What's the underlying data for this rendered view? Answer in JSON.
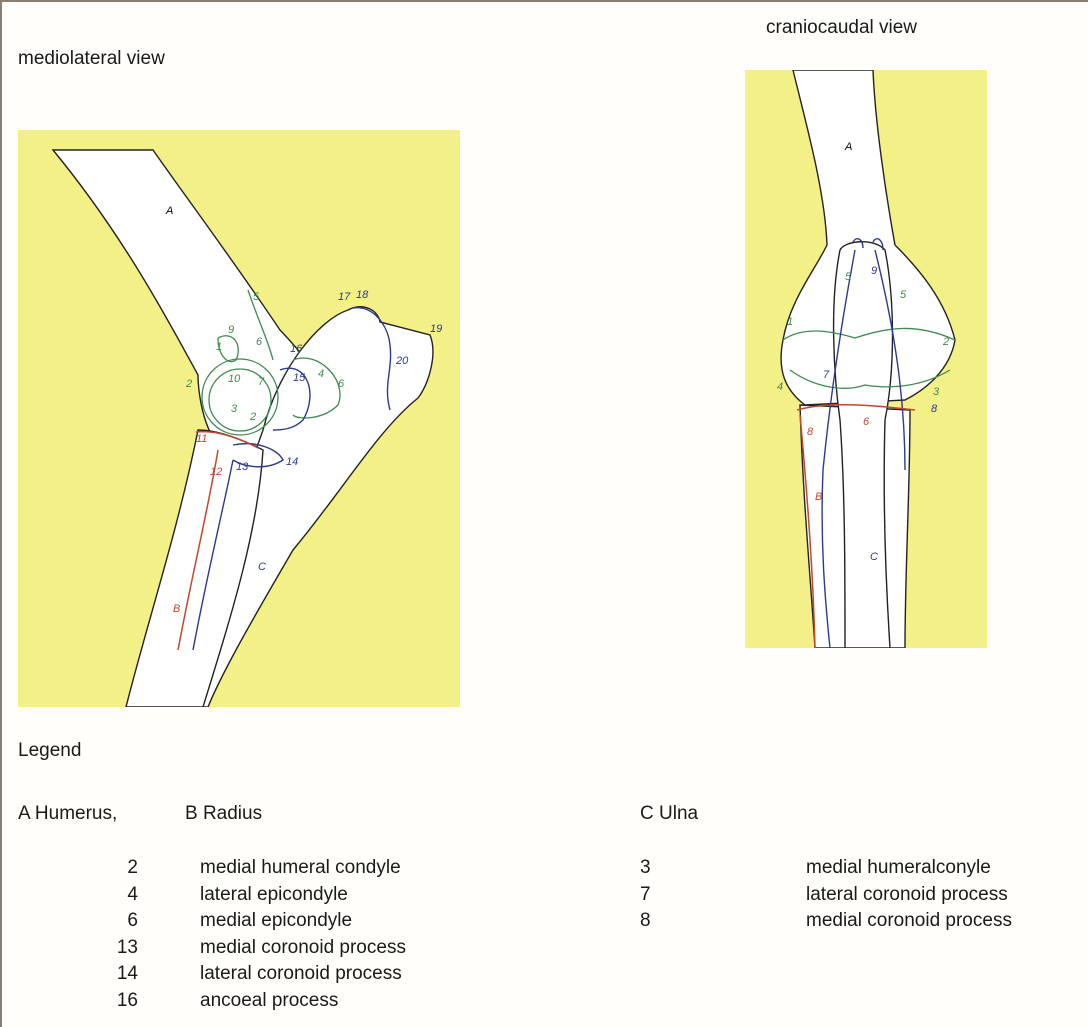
{
  "views": {
    "mediolateral": "mediolateral view",
    "craniocaudal": "craniocaudal view"
  },
  "diagram_labels": {
    "ml": {
      "A": "A",
      "B": "B",
      "C": "C",
      "n1": "1",
      "n2": "2",
      "n3": "3",
      "n2b": "2",
      "n5": "5",
      "n6": "6",
      "n7": "7",
      "n9": "9",
      "n10": "10",
      "n11": "11",
      "n12": "12",
      "n13": "13",
      "n14": "14",
      "n15": "15",
      "n16": "16",
      "n17": "17",
      "n18": "18",
      "n19": "19",
      "n20": "20",
      "n4": "4",
      "n6b": "6"
    },
    "cc": {
      "A": "A",
      "B": "B",
      "C": "C",
      "n1": "1",
      "n2": "2",
      "n3": "3",
      "n4": "4",
      "n5": "5",
      "n6": "6",
      "n7": "7",
      "n8": "8",
      "n8b": "8",
      "n9": "9",
      "n5b": "5"
    }
  },
  "legend": {
    "title": "Legend",
    "headers": {
      "a": "A Humerus,",
      "b": "B Radius",
      "c": "C Ulna"
    },
    "left_items": [
      {
        "num": "2",
        "label": "medial humeral condyle"
      },
      {
        "num": "4",
        "label": "lateral epicondyle"
      },
      {
        "num": "6",
        "label": "medial epicondyle"
      },
      {
        "num": "13",
        "label": "medial coronoid process"
      },
      {
        "num": "14",
        "label": "lateral coronoid process"
      },
      {
        "num": "16",
        "label": "ancoeal process"
      }
    ],
    "right_items": [
      {
        "num": "3",
        "label": "medial humeralconyle"
      },
      {
        "num": "7",
        "label": "lateral coronoid process"
      },
      {
        "num": "8",
        "label": "medial coronoid process"
      }
    ]
  },
  "colors": {
    "panel": "#f3f087",
    "outline": "#222222",
    "green": "#3f8a4e",
    "blue": "#2c3a8f",
    "red": "#c2472e"
  }
}
